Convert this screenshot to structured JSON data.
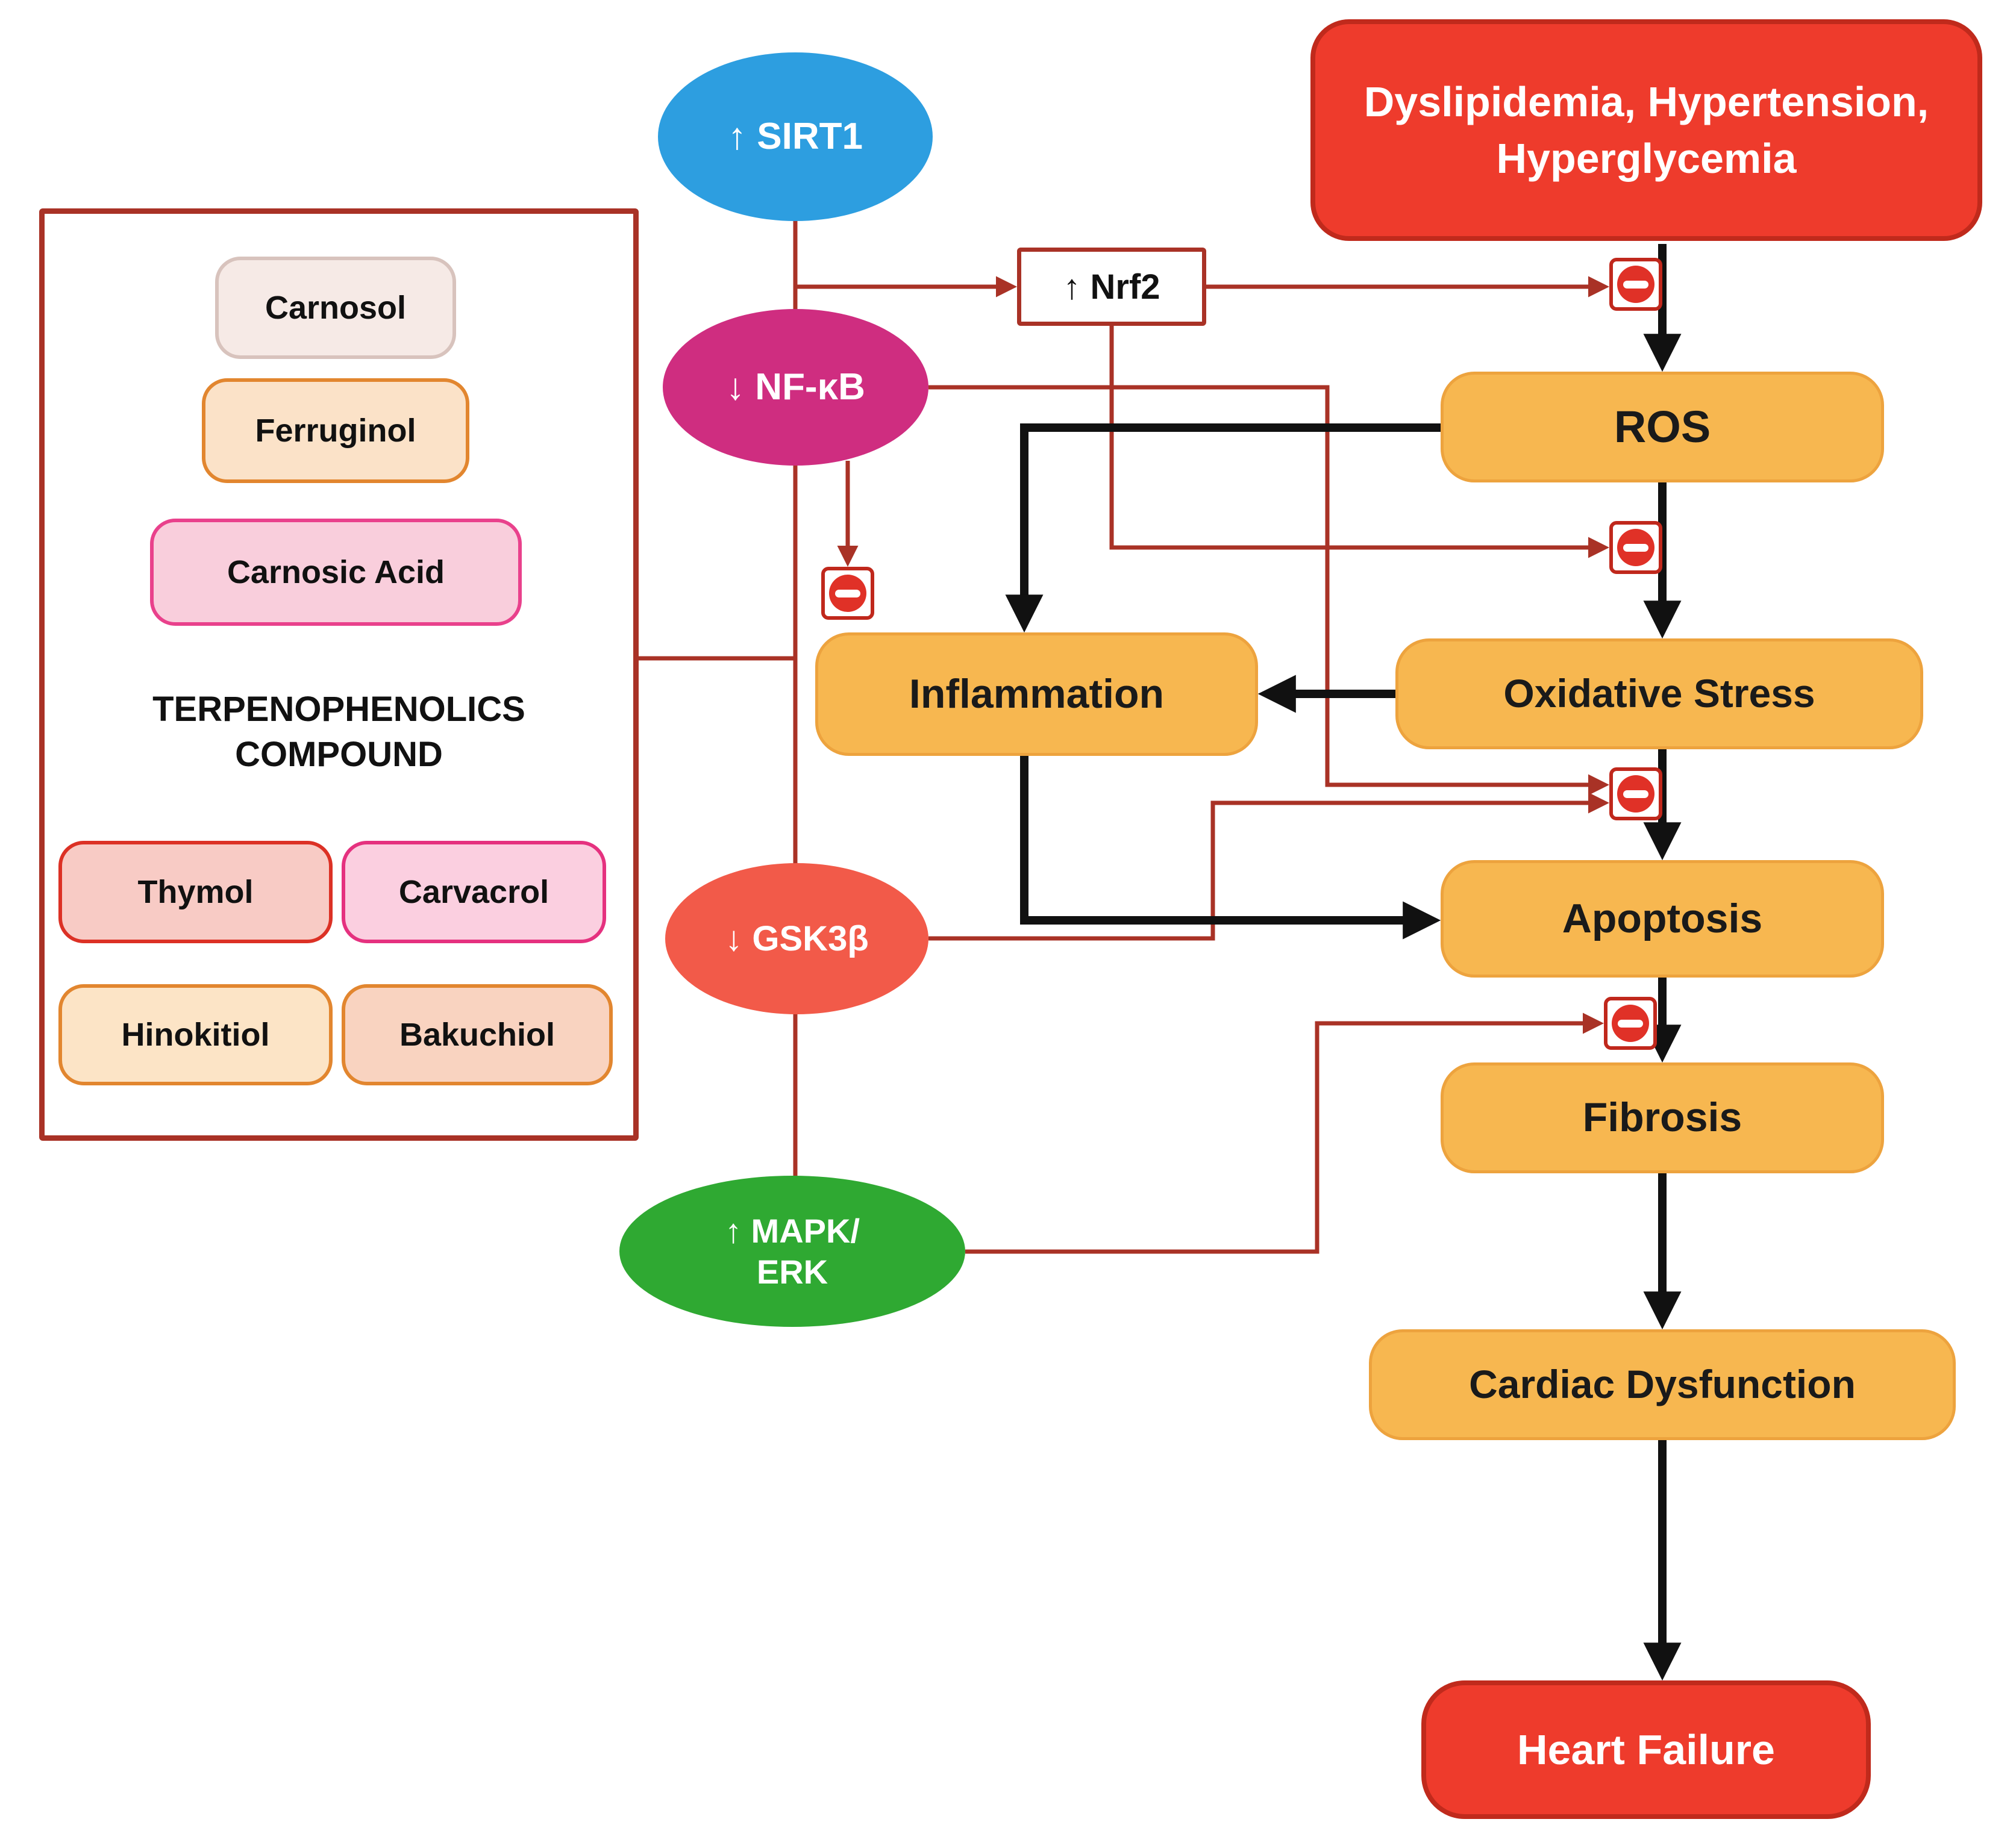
{
  "compound_panel": {
    "title_line1": "TERPENOPHENOLICS",
    "title_line2": "COMPOUND",
    "compounds": [
      {
        "label": "Carnosol"
      },
      {
        "label": "Ferruginol"
      },
      {
        "label": "Carnosic Acid"
      },
      {
        "label": "Thymol"
      },
      {
        "label": "Carvacrol"
      },
      {
        "label": "Hinokitiol"
      },
      {
        "label": "Bakuchiol"
      }
    ]
  },
  "mediators": {
    "sirt1": "↑ SIRT1",
    "nfkb": "↓ NF-κB",
    "nrf2": "↑ Nrf2",
    "gsk3b": "↓ GSK3β",
    "mapk_line1": "↑ MAPK/",
    "mapk_line2": "ERK"
  },
  "pathway": {
    "risk_factors_line1": "Dyslipidemia, Hypertension,",
    "risk_factors_line2": "Hyperglycemia",
    "ros": "ROS",
    "oxidative_stress": "Oxidative Stress",
    "inflammation": "Inflammation",
    "apoptosis": "Apoptosis",
    "fibrosis": "Fibrosis",
    "cardiac_dysfunction": "Cardiac Dysfunction",
    "heart_failure": "Heart Failure"
  },
  "icons": {
    "inhibition": "no-entry-inhibition-icon"
  },
  "colors": {
    "arrow_black": "#111111",
    "arrow_dark_red": "#A93226",
    "process_orange": "#F7B750",
    "endpoint_red": "#EE3B2C",
    "sirt1_blue": "#2D9EE0",
    "nfkb_magenta": "#CF2D80",
    "gsk3b_red": "#F25A49",
    "mapk_green": "#2FA932",
    "inhibition_red": "#E03127"
  }
}
